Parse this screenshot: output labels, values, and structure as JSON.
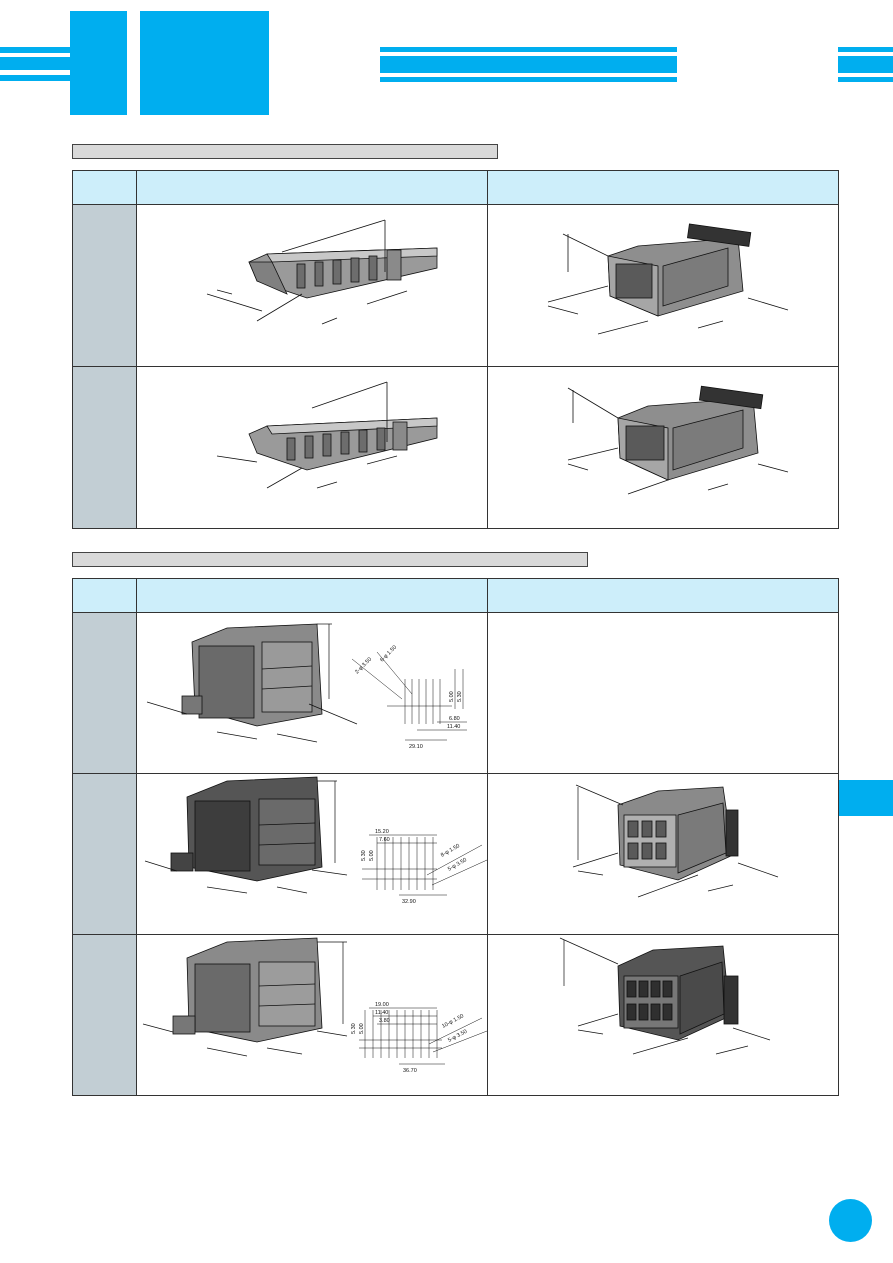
{
  "brand": {
    "accent_color": "#00aeef",
    "logo_icon": "connector-logo-icon"
  },
  "section1": {
    "title": "",
    "headers": [
      "",
      "",
      ""
    ],
    "rows": [
      {
        "label": "",
        "left_image": "wire-connector-header-5pin-photo",
        "right_image": "wire-connector-housing-5pin-photo"
      },
      {
        "label": "",
        "left_image": "wire-connector-header-6pin-photo",
        "right_image": "wire-connector-housing-6pin-photo"
      }
    ]
  },
  "section2": {
    "title": "",
    "headers": [
      "",
      "",
      ""
    ],
    "rows": [
      {
        "label": "",
        "left_image": "pcb-header-photo",
        "drawing": {
          "labels": [
            "6-φ 1.50",
            "2-φ 3.50",
            "5.00",
            "5.30",
            "6.80",
            "11.40",
            "29.10"
          ]
        },
        "right_image": ""
      },
      {
        "label": "",
        "left_image": "pcb-header-8pin-photo",
        "drawing": {
          "labels": [
            "15.20",
            "7.60",
            "5.30",
            "5.00",
            "8-φ 1.50",
            "5-φ 3.50",
            "32.90"
          ]
        },
        "right_image": "receptacle-housing-8pin-photo"
      },
      {
        "label": "",
        "left_image": "pcb-header-10pin-photo",
        "drawing": {
          "labels": [
            "19.00",
            "11.40",
            "3.80",
            "5.30",
            "5.00",
            "10-φ 1.50",
            "5-φ 3.50",
            "36.70"
          ]
        },
        "right_image": "receptacle-housing-10pin-photo"
      }
    ]
  }
}
